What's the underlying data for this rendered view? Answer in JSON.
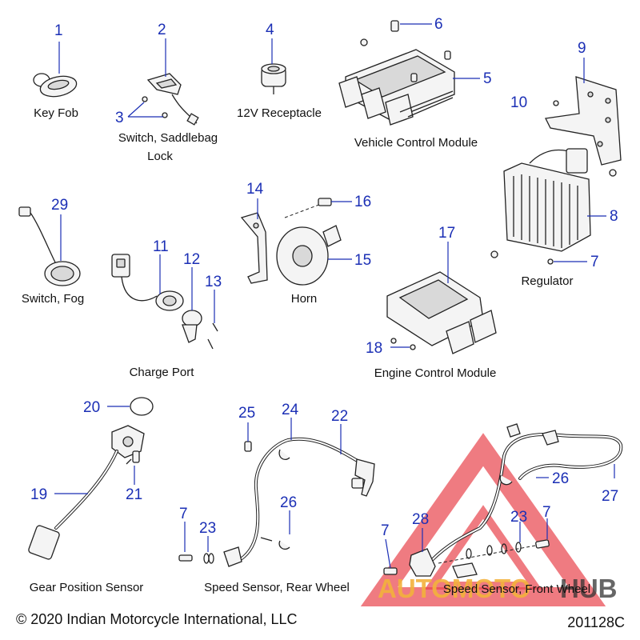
{
  "callouts": [
    "1",
    "2",
    "3",
    "4",
    "5",
    "6",
    "7",
    "8",
    "9",
    "10",
    "11",
    "12",
    "13",
    "14",
    "15",
    "16",
    "17",
    "18",
    "19",
    "20",
    "21",
    "22",
    "23",
    "24",
    "25",
    "26",
    "27",
    "28",
    "29"
  ],
  "captions": {
    "key_fob": "Key Fob",
    "saddlebag_line1": "Switch, Saddlebag",
    "saddlebag_line2": "Lock",
    "receptacle": "12V Receptacle",
    "vcm": "Vehicle Control Module",
    "regulator": "Regulator",
    "fog": "Switch, Fog",
    "charge_port": "Charge Port",
    "horn": "Horn",
    "ecm": "Engine Control Module",
    "gear_sensor": "Gear Position Sensor",
    "rear_sensor": "Speed Sensor, Rear Wheel",
    "front_sensor": "Speed Sensor, Front Wheel"
  },
  "footer": {
    "copyright": "© 2020 Indian Motorcycle International, LLC",
    "diagram_code": "201128C"
  },
  "watermark": {
    "part1": "AUTOMOTO",
    "part2": "HUB",
    "colors": {
      "triangle": "#e8434b",
      "text": "#f3b23c"
    }
  },
  "colors": {
    "callout": "#1b2fb5",
    "caption": "#111111"
  }
}
